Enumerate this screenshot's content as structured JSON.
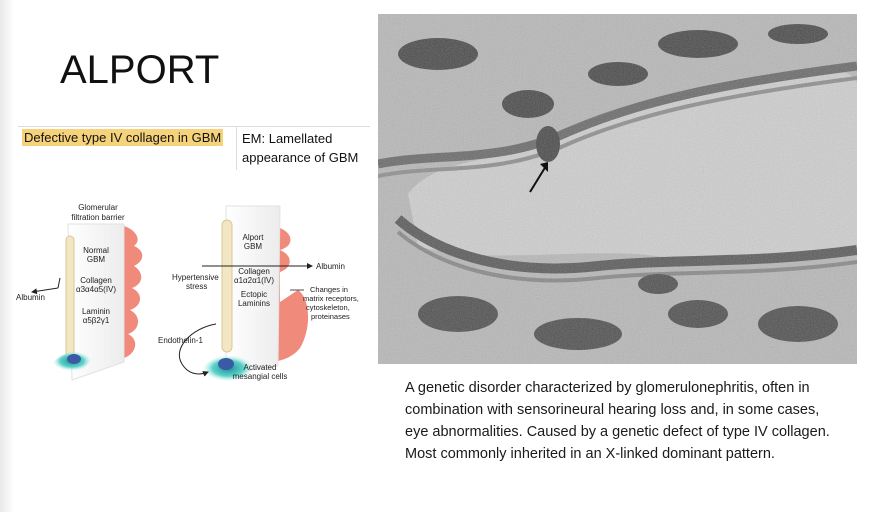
{
  "slide": {
    "title": "ALPORT",
    "left_cell": "Defective type IV collagen in GBM",
    "right_cell": "EM: Lamellated appearance of GBM",
    "caption": "A genetic disorder characterized by glomerulonephritis, often in combination with sensorineural hearing loss and, in some cases, eye abnormalities. Caused by a genetic defect of type IV collagen. Most commonly inherited in an X-linked dominant pattern."
  },
  "diagram": {
    "left_header_1": "Glomerular",
    "left_header_2": "filtration barrier",
    "normal_1": "Normal",
    "normal_2": "GBM",
    "collagen_left_1": "Collagen",
    "collagen_left_2": "α3α4α5(IV)",
    "laminin_1": "Laminin",
    "laminin_2": "α5β2γ1",
    "albumin_left": "Albumin",
    "alport_1": "Alport",
    "alport_2": "GBM",
    "albumin_right": "Albumin",
    "hypertensive_1": "Hypertensive",
    "hypertensive_2": "stress",
    "collagen_right_1": "Collagen",
    "collagen_right_2": "α1α2α1(IV)",
    "ectopic_1": "Ectopic",
    "ectopic_2": "Laminins",
    "changes_1": "Changes in",
    "changes_2": "matrix receptors,",
    "changes_3": "cytoskeleton,",
    "changes_4": "proteinases",
    "endothelin": "Endothelin-1",
    "activated_1": "Activated",
    "activated_2": "mesangial cells"
  },
  "colors": {
    "highlight": "#f6d27a",
    "podocyte": "#f08a7a",
    "mesangial": "#3fbfb8",
    "collagen_box": "#f3e6c2"
  }
}
